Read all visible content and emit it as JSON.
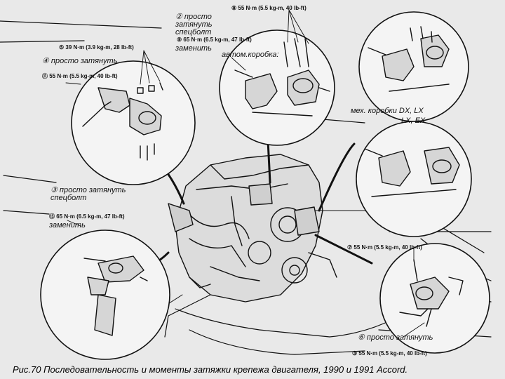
{
  "figure": {
    "caption": "Рис.70  Последовательность и моменты затяжки крепежа двигателя, 1990 и 1991 Accord."
  },
  "callouts": {
    "top_torque": "⑧ 55 N·m (5.5 kg-m, 40 lb-ft)",
    "top_special": "② просто затянуть спецболт",
    "top_replace_torque": "⑨ 65 N·m (6.5 kg-m, 47 lb-ft)",
    "top_replace": "заменить",
    "top_auto": "автом.коробка:",
    "left_torque_39": "⑤ 39 N·m (3.9 kg-m, 28 lb-ft)",
    "left_tighten": "④ просто затянуть",
    "left_torque_55": "⑪ 55 N·m (5.5 kg-m, 40 lb-ft)",
    "right_manual": "мех. коробки DX, LX",
    "right_manual_2": "LX, EX",
    "mid_tighten": "③ просто затянуть спецболт",
    "bl_torque": "⑬ 65 N·m (6.5 kg-m, 47 lb-ft)",
    "bl_replace": "заменить",
    "br_torque_top": "⑦ 55 N·m (5.5 kg-m, 40 lb-ft)",
    "br_tighten": "⑥ просто затянуть",
    "br_torque_bottom": "③ 55 N·m (5.5 kg-m, 40 lb-ft)"
  },
  "colors": {
    "ink": "#111111",
    "paper": "#e9e9e9",
    "detail_bg": "#f4f4f4"
  }
}
